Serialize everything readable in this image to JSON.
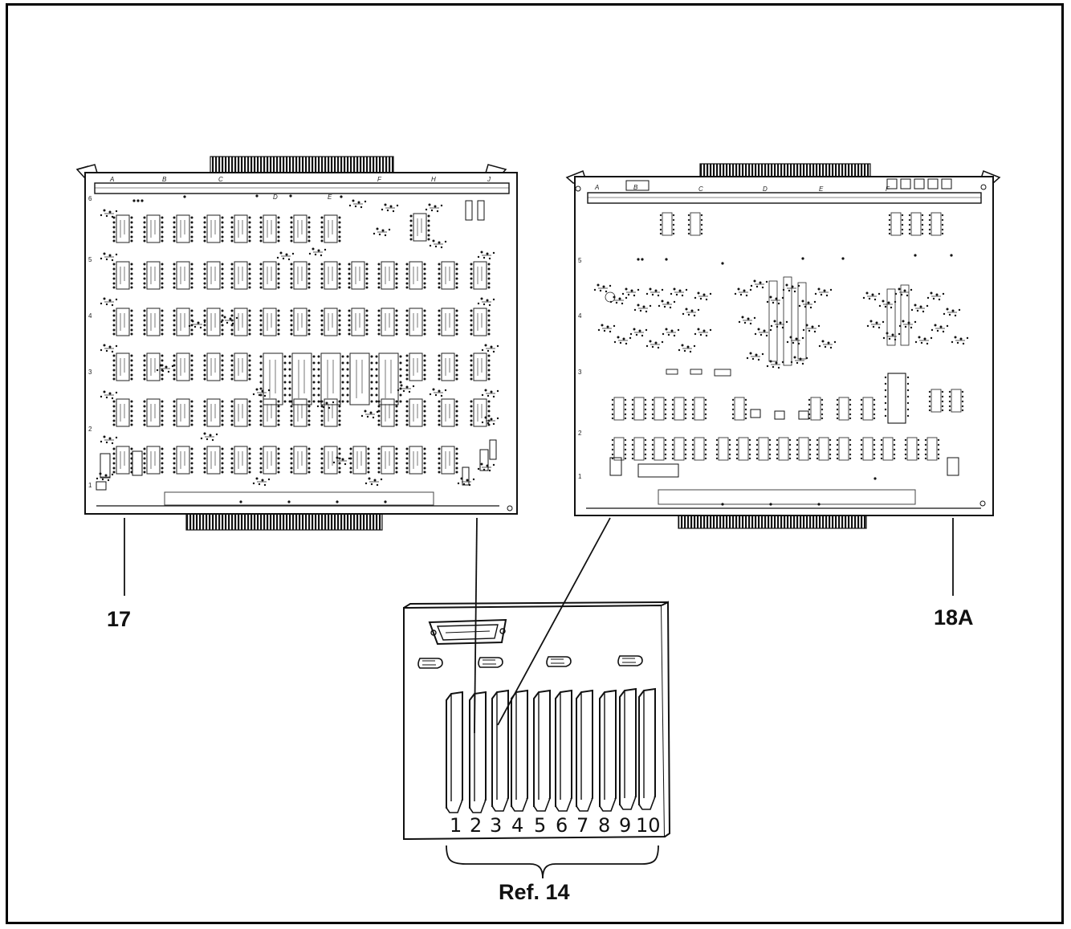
{
  "callouts": {
    "board_left": "17",
    "board_right": "18A",
    "chassis": "Ref. 14"
  },
  "left_board": {
    "column_letters": [
      "A",
      "B",
      "C",
      "D",
      "E",
      "F",
      "H",
      "J"
    ],
    "row_numbers": [
      "6",
      "5",
      "4",
      "3",
      "2",
      "1"
    ]
  },
  "right_board": {
    "column_letters": [
      "A",
      "B",
      "C",
      "D",
      "E",
      "F"
    ],
    "row_numbers": [
      "5",
      "4",
      "3",
      "2",
      "1"
    ]
  },
  "chassis": {
    "slot_numbers": [
      "1",
      "2",
      "3",
      "4",
      "5",
      "6",
      "7",
      "8",
      "9",
      "10"
    ]
  }
}
